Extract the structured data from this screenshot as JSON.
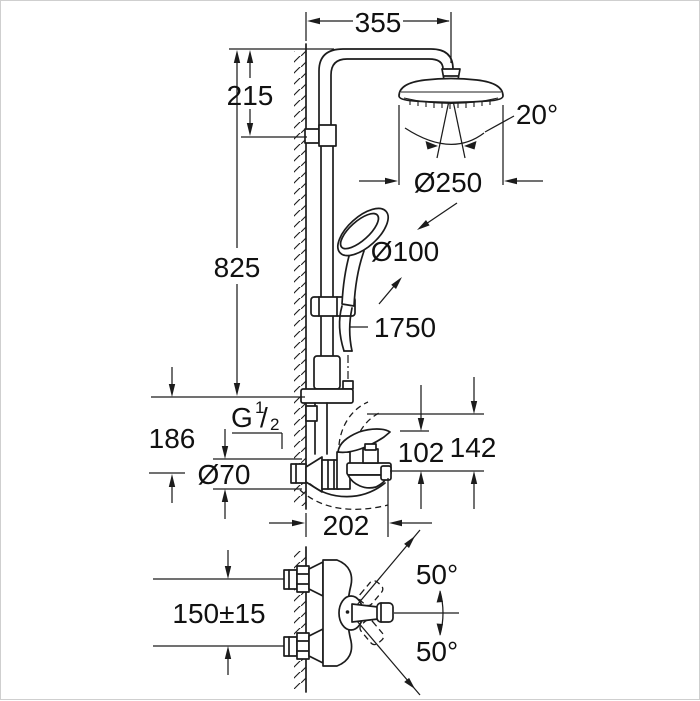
{
  "drawing": {
    "kind": "technical installation diagram",
    "subject": "wall-mounted shower system with overhead shower, hand shower and bath mixer (side elevation and top view)"
  },
  "colors": {
    "line": "#1c1c1c",
    "background": "#ffffff",
    "border": "#cfcfcf"
  },
  "dims": {
    "top_width": "355",
    "head_height": "215",
    "spray_angle": "20°",
    "head_diameter": "Ø250",
    "hand_diameter": "Ø100",
    "hose_length": "1750",
    "rail_height": "825",
    "thread_full": "G 1/2",
    "thread_g": "G",
    "thread_num": "1",
    "thread_slash": "/",
    "thread_den": "2",
    "outlet_drop": "186",
    "escutcheon_diameter": "Ø70",
    "body_height": "102",
    "lever_height": "142",
    "projection": "202",
    "inlet_spacing": "150±15",
    "swing_upper": "50°",
    "swing_lower": "50°"
  }
}
